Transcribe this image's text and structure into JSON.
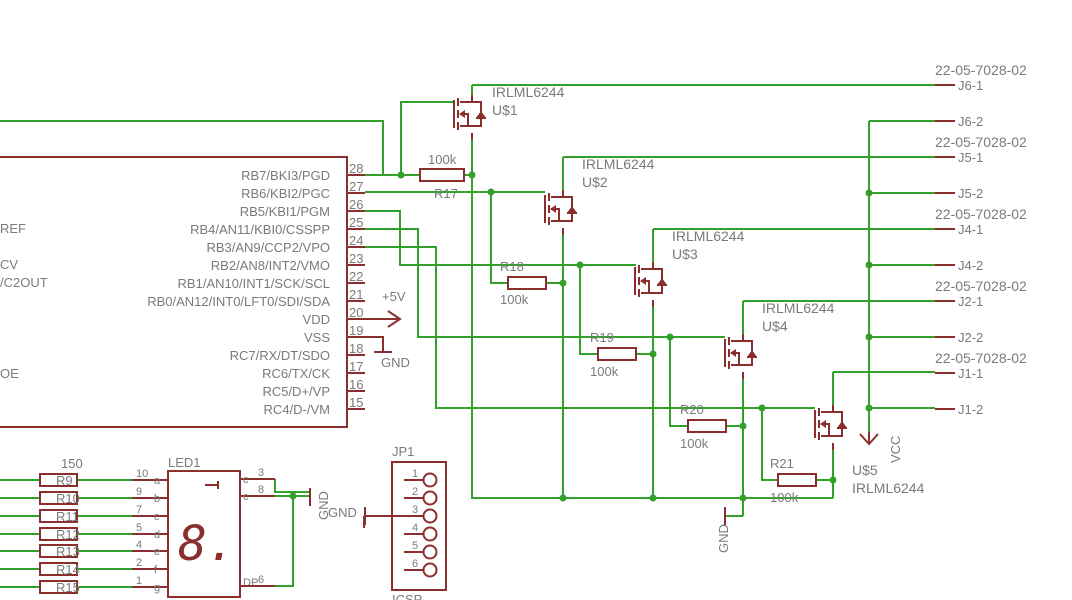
{
  "mcu": {
    "pins": [
      {
        "num": "28",
        "label": "RB7/BKI3/PGD"
      },
      {
        "num": "27",
        "label": "RB6/KBI2/PGC"
      },
      {
        "num": "26",
        "label": "RB5/KBI1/PGM"
      },
      {
        "num": "25",
        "label": "RB4/AN11/KBI0/CSSPP"
      },
      {
        "num": "24",
        "label": "RB3/AN9/CCP2/VPO"
      },
      {
        "num": "23",
        "label": "RB2/AN8/INT2/VMO"
      },
      {
        "num": "22",
        "label": "RB1/AN10/INT1/SCK/SCL"
      },
      {
        "num": "21",
        "label": "RB0/AN12/INT0/LFT0/SDI/SDA"
      },
      {
        "num": "20",
        "label": "VDD"
      },
      {
        "num": "19",
        "label": "VSS"
      },
      {
        "num": "18",
        "label": "RC7/RX/DT/SDO"
      },
      {
        "num": "17",
        "label": "RC6/TX/CK"
      },
      {
        "num": "16",
        "label": "RC5/D+/VP"
      },
      {
        "num": "15",
        "label": "RC4/D-/VM"
      }
    ],
    "left_partial": [
      "REF",
      "CV",
      "/C2OUT",
      "OE"
    ]
  },
  "supply": {
    "plus5v": "+5V",
    "gnd": "GND",
    "vcc": "VCC"
  },
  "mosfets": [
    {
      "part": "IRLML6244",
      "ref": "U$1"
    },
    {
      "part": "IRLML6244",
      "ref": "U$2"
    },
    {
      "part": "IRLML6244",
      "ref": "U$3"
    },
    {
      "part": "IRLML6244",
      "ref": "U$4"
    },
    {
      "part": "IRLML6244",
      "ref": "U$5"
    }
  ],
  "resistors": [
    {
      "ref": "R17",
      "value": "100k"
    },
    {
      "ref": "R18",
      "value": "100k"
    },
    {
      "ref": "R19",
      "value": "100k"
    },
    {
      "ref": "R20",
      "value": "100k"
    },
    {
      "ref": "R21",
      "value": "100k"
    }
  ],
  "connectors": [
    {
      "part": "22-05-7028-02",
      "pin1": "J6-1",
      "pin2": "J6-2"
    },
    {
      "part": "22-05-7028-02",
      "pin1": "J5-1",
      "pin2": "J5-2"
    },
    {
      "part": "22-05-7028-02",
      "pin1": "J4-1",
      "pin2": "J4-2"
    },
    {
      "part": "22-05-7028-02",
      "pin1": "J2-1",
      "pin2": "J2-2"
    },
    {
      "part": "22-05-7028-02",
      "pin1": "J1-1",
      "pin2": "J1-2"
    }
  ],
  "led": {
    "ref": "LED1",
    "glyph": "8.",
    "dp": "DP",
    "left_pins": [
      {
        "num": "10",
        "seg": "a"
      },
      {
        "num": "9",
        "seg": "b"
      },
      {
        "num": "7",
        "seg": "c"
      },
      {
        "num": "5",
        "seg": "d"
      },
      {
        "num": "4",
        "seg": "e"
      },
      {
        "num": "2",
        "seg": "f"
      },
      {
        "num": "1",
        "seg": "g"
      }
    ],
    "right_pins": [
      {
        "label": "c",
        "num": "3"
      },
      {
        "label": "c",
        "num": "8"
      },
      {
        "label": "DP",
        "num": "6"
      }
    ],
    "resistor_value": "150",
    "resistor_refs": [
      "R9",
      "R10",
      "R11",
      "R12",
      "R13",
      "R14",
      "R15"
    ]
  },
  "header": {
    "ref": "JP1",
    "name": "ICSP",
    "pins": [
      "1",
      "2",
      "3",
      "4",
      "5",
      "6"
    ],
    "gnd": "GND"
  }
}
